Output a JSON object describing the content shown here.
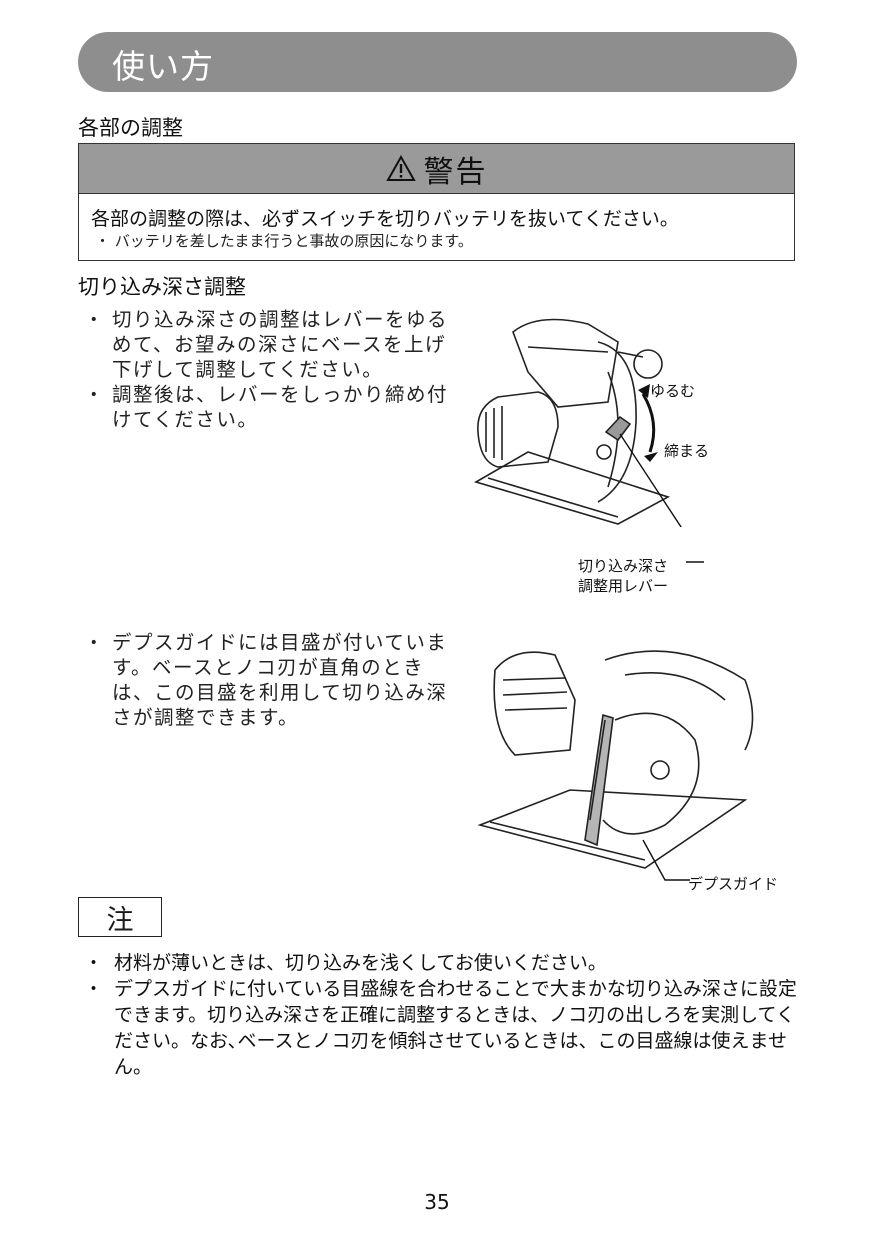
{
  "header": {
    "title": "使い方"
  },
  "section1": {
    "title": "各部の調整"
  },
  "warning": {
    "label": "警告",
    "main": "各部の調整の際は、必ずスイッチを切りバッテリを抜いてください。",
    "sub": "・ バッテリを差したまま行うと事故の原因になります。"
  },
  "section2": {
    "title": "切り込み深さ調整",
    "bullets": [
      {
        "dot": "・",
        "text": "切り込み深さの調整はレバーをゆるめて、お望みの深さにベースを上げ下げして調整してください。"
      },
      {
        "dot": "・",
        "text": "調整後は、レバーをしっかり締め付けてください。"
      }
    ],
    "bullets2": [
      {
        "dot": "・",
        "text": "デプスガイドには目盛が付いています。ベースとノコ刃が直角のときは、この目盛を利用して切り込み深さが調整できます。"
      }
    ]
  },
  "figure1": {
    "loosen": "ゆるむ",
    "tighten": "締まる",
    "lever_line1": "切り込み深さ",
    "lever_line2": "調整用レバー"
  },
  "figure2": {
    "depth_guide": "デプスガイド"
  },
  "note": {
    "label": "注",
    "items": [
      {
        "dot": "・",
        "text": "材料が薄いときは、切り込みを浅くしてお使いください。"
      },
      {
        "dot": "・",
        "text": "デプスガイドに付いている目盛線を合わせることで大まかな切り込み深さに設定できます。切り込み深さを正確に調整するときは、ノコ刃の出しろを実測してください。なお､ベースとノコ刃を傾斜させているときは、この目盛線は使えません。"
      }
    ]
  },
  "page": {
    "number": "35"
  },
  "icons": {
    "warning": "warning-triangle-icon"
  }
}
